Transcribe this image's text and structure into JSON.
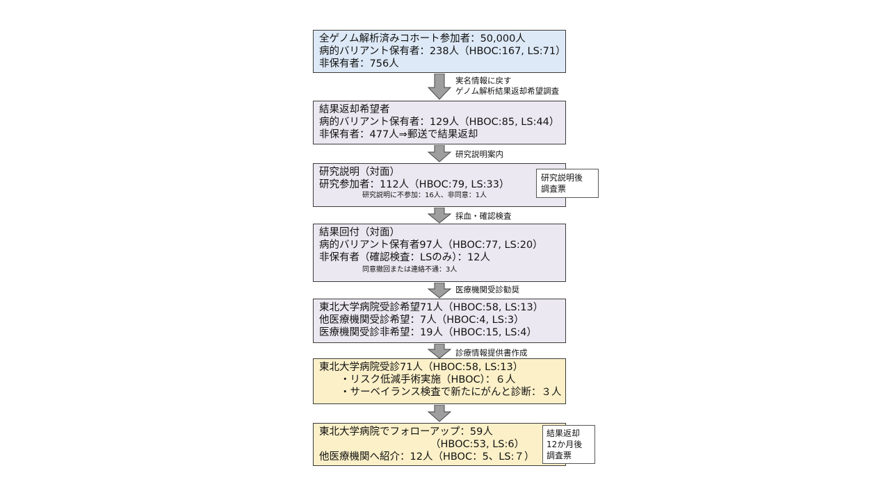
{
  "flowchart": {
    "boxes": [
      {
        "lines": [
          "全ゲノム解析済みコホート参加者：50,000人",
          "病的バリアント保有者：238人（HBOC:167, LS:71）",
          "非保有者：756人"
        ]
      },
      {
        "lines": [
          "結果返却希望者",
          "病的バリアント保有者：129人（HBOC:85, LS:44）",
          "非保有者：477人⇒郵送で結果返却"
        ]
      },
      {
        "lines": [
          "研究説明（対面）",
          "研究参加者：112人（HBOC:79, LS:33）"
        ],
        "note": "研究説明に不参加：16人、非同意：1人"
      },
      {
        "lines": [
          "結果回付（対面）",
          "病的バリアント保有者97人（HBOC:77, LS:20）",
          "非保有者（確認検査：LSのみ）：12人"
        ],
        "note": "同意撤回または連絡不通：3人"
      },
      {
        "lines": [
          "東北大学病院受診希望71人（HBOC:58, LS:13）",
          "他医療機関受診希望：7人（HBOC:4, LS:3）",
          "医療機関受診非希望：19人（HBOC:15, LS:4）"
        ]
      },
      {
        "lines": [
          "東北大学病院受診71人（HBOC:58, LS:13）",
          "・リスク低減手術実施（HBOC）：６人",
          "・サーベイランス検査で新たにがんと診断：３人"
        ]
      },
      {
        "lines": [
          "東北大学病院でフォローアップ：59人",
          "（HBOC:53, LS:6）",
          "他医療機関へ紹介：12人（HBOC：5、LS:７）"
        ]
      }
    ],
    "arrows": [
      {
        "labels": [
          "実名情報に戻す",
          "ゲノム解析結果返却希望調査"
        ]
      },
      {
        "labels": [
          "研究説明案内"
        ]
      },
      {
        "labels": [
          "採血・確認検査"
        ]
      },
      {
        "labels": [
          "医療機関受診勧奨"
        ]
      },
      {
        "labels": [
          "診療情報提供書作成"
        ]
      },
      {
        "labels": []
      }
    ],
    "side_notes": [
      {
        "lines": [
          "研究説明後",
          "調査票"
        ]
      },
      {
        "lines": [
          "結果返却",
          "12か月後",
          "調査票"
        ]
      }
    ],
    "colors": {
      "box1": "#dde9f6",
      "box2to5": "#ece8f1",
      "box6to7": "#fbf0c8",
      "arrow": "#9e9e9e"
    }
  }
}
